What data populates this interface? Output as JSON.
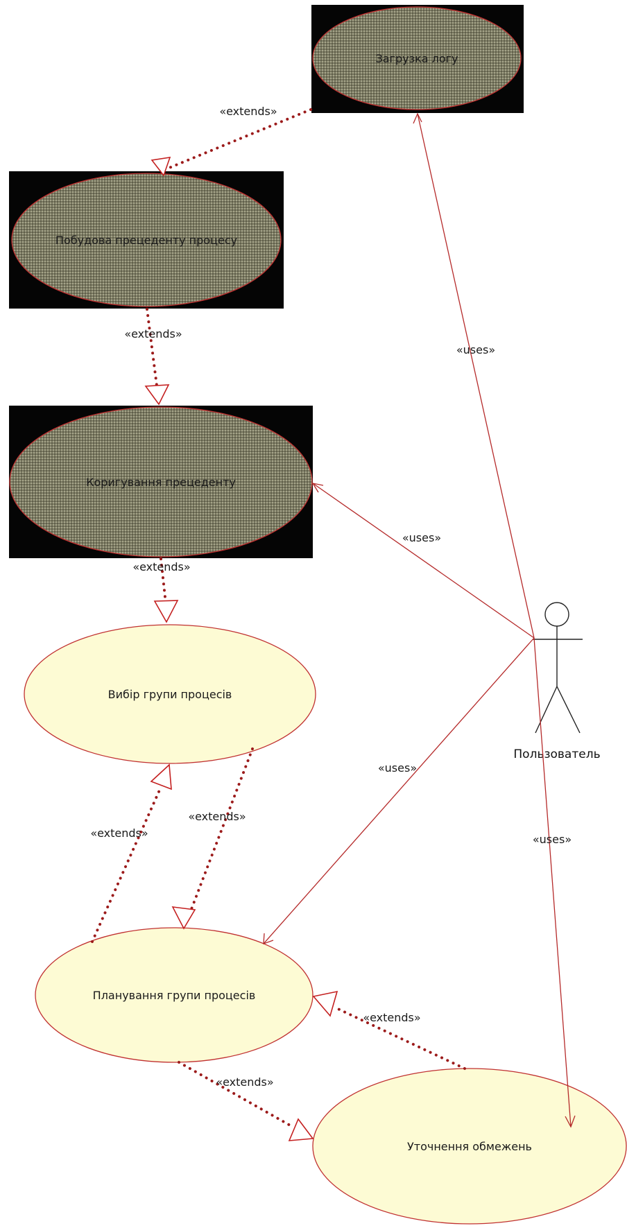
{
  "use_cases": [
    {
      "id": "uc-load-log",
      "label": "Загрузка логу",
      "style": "dark"
    },
    {
      "id": "uc-build-precedent",
      "label": "Побудова прецеденту процесу",
      "style": "dark"
    },
    {
      "id": "uc-adjust-precedent",
      "label": "Коригування прецеденту",
      "style": "dark"
    },
    {
      "id": "uc-choose-group",
      "label": "Вибір групи процесів",
      "style": "light"
    },
    {
      "id": "uc-plan-group",
      "label": "Планування групи процесів",
      "style": "light"
    },
    {
      "id": "uc-refine-constraints",
      "label": "Уточнення обмежень",
      "style": "light"
    }
  ],
  "actor": {
    "label": "Пользователь"
  },
  "relations": {
    "extends_label": "«extends»",
    "uses_label": "«uses»"
  },
  "colors": {
    "line": "#b52a2a",
    "light_fill": "#fdfbd4",
    "dark_box": "#050505"
  }
}
